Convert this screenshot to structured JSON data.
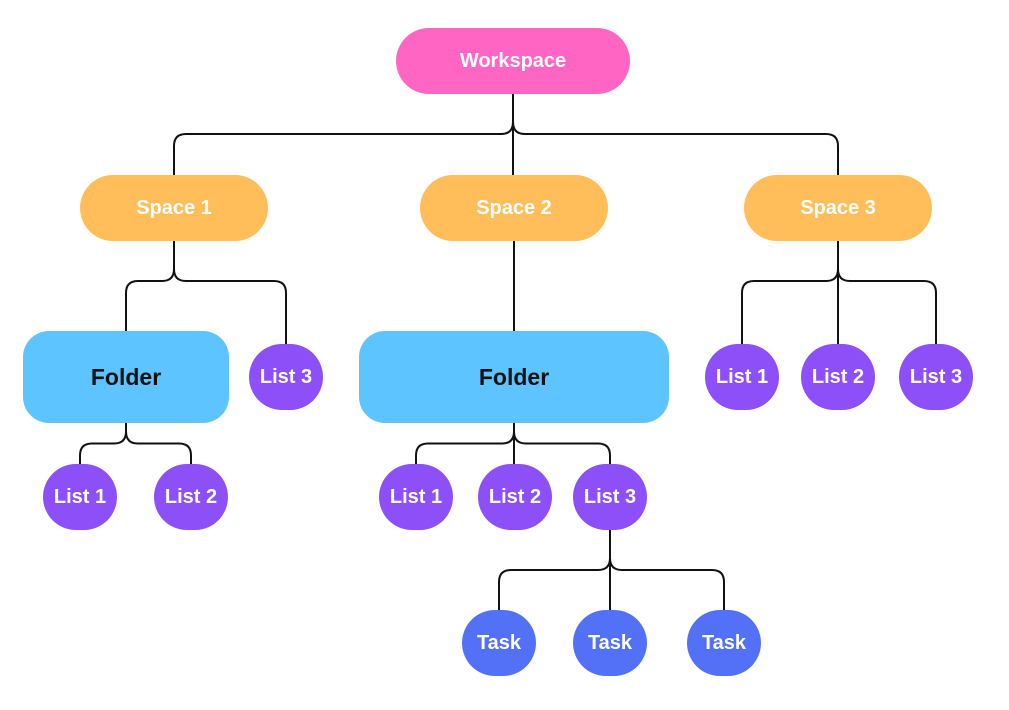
{
  "colors": {
    "workspace": "#ff66c4",
    "space": "#ffbe5a",
    "folder": "#5ec4ff",
    "list": "#8c4ff8",
    "task": "#5271f7",
    "edge": "#111111"
  },
  "nodes": {
    "workspace": "Workspace",
    "space1": "Space 1",
    "space2": "Space 2",
    "space3": "Space 3",
    "folder1": "Folder",
    "folder2": "Folder",
    "s1_list1": "List 1",
    "s1_list2": "List 2",
    "s1_list3": "List 3",
    "s2_list1": "List 1",
    "s2_list2": "List 2",
    "s2_list3": "List 3",
    "s3_list1": "List 1",
    "s3_list2": "List 2",
    "s3_list3": "List 3",
    "task1": "Task",
    "task2": "Task",
    "task3": "Task"
  },
  "edges": [
    [
      "workspace",
      "space1"
    ],
    [
      "workspace",
      "space2"
    ],
    [
      "workspace",
      "space3"
    ],
    [
      "space1",
      "folder1"
    ],
    [
      "space1",
      "s1_list3"
    ],
    [
      "folder1",
      "s1_list1"
    ],
    [
      "folder1",
      "s1_list2"
    ],
    [
      "space2",
      "folder2"
    ],
    [
      "folder2",
      "s2_list1"
    ],
    [
      "folder2",
      "s2_list2"
    ],
    [
      "folder2",
      "s2_list3"
    ],
    [
      "space3",
      "s3_list1"
    ],
    [
      "space3",
      "s3_list2"
    ],
    [
      "space3",
      "s3_list3"
    ],
    [
      "s2_list3",
      "task1"
    ],
    [
      "s2_list3",
      "task2"
    ],
    [
      "s2_list3",
      "task3"
    ]
  ]
}
